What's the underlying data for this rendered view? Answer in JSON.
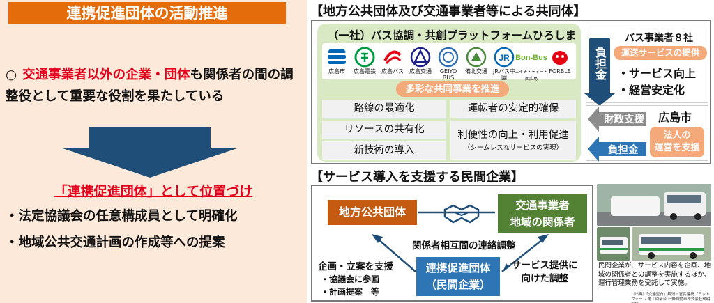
{
  "left": {
    "title": "連携促進団体の活動推進",
    "intro": {
      "circle": "○",
      "highlight": "交通事業者以外の企業・団体",
      "rest": "も関係者の間の調整役として重要な役割を果たしている"
    },
    "position_label": "「連携促進団体」として位置づけ",
    "bullets": [
      "・法定協議会の任意構成員として明確化",
      "・地域公共交通計画の作成等への提案"
    ]
  },
  "top_section": {
    "title": "【地方公共団体及び交通事業者等による共同体】",
    "association": "（一社）バス協調・共創プラットフォームひろしま",
    "logos": [
      {
        "name": "広島市",
        "color": "#0068b7"
      },
      {
        "name": "広島電鉄",
        "color": "#009944"
      },
      {
        "name": "広島バス",
        "color": "#e60012"
      },
      {
        "name": "広島交通",
        "color": "#1d2088"
      },
      {
        "name": "GEIYO BUS",
        "color": "#2e6eb5"
      },
      {
        "name": "備北交通",
        "color": "#4c8a3e"
      },
      {
        "name": "JRバス中国",
        "color": "#0068b7"
      },
      {
        "name": "エイチ・ディー・西広島",
        "color": "#6ab42d"
      },
      {
        "name": "FORBLE",
        "color": "#e60012"
      }
    ],
    "logo_badge_texts": {
      "jr": "JR",
      "bonbus": "Bon-Bus"
    },
    "projects_pill": "多彩な共同事業を推進",
    "projects": [
      "路線の最適化",
      "運転者の安定的確保",
      "リソースの共有化",
      "利便性の向上・利用促進",
      "（シームレスなサービスの実現）",
      "新技術の導入"
    ],
    "operators": {
      "title": "バス事業者８社",
      "burden_tag": "負担金",
      "pill": "運送サービスの提供",
      "items": [
        "・サービス向上",
        "・経営安定化"
      ]
    },
    "city": {
      "name": "広島市",
      "financial_support": "財政支援",
      "burden": "負担金",
      "support_box": "法人の\n運営を支援"
    }
  },
  "bottom_section": {
    "title": "【サービス導入を支援する民間企業】",
    "local_gov": "地方公共団体",
    "operators_box": "交通事業者\n地域の関係者",
    "coordination_label": "関係者相互間の連絡調整",
    "promotion_box": "連携促進団体\n（民間企業）",
    "planning_label": "企画・立案を支援",
    "planning_items": [
      "・協議会に参画",
      "・計画提案　等"
    ],
    "service_label": "サービス提供に\n向けた調整",
    "caption": "民間企業が、サービス内容を企画、地域の関係者との調整を実施するほか、運行管理業務を受託して実施。",
    "source": "（出典）「交通空白」解消・官民連携プラットフォーム 第１回会合 日野自動車株式会社説明資料"
  },
  "colors": {
    "orange": "#e46c0a",
    "red": "#e3001b",
    "navy": "#1f4e79",
    "green_panel": "#d8e9c4",
    "salmon": "#f4a97a",
    "box_orange": "#c55a11",
    "box_green": "#548235",
    "box_blue": "#2e75b6"
  }
}
